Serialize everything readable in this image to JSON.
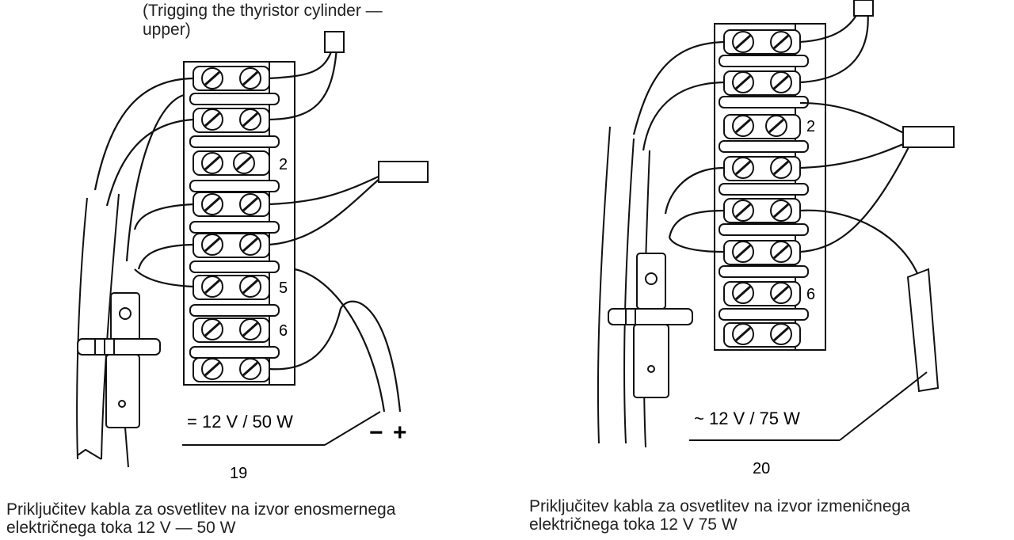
{
  "note": {
    "line1": "(Trigging the thyristor cylinder —",
    "line2": "upper)"
  },
  "figures": [
    {
      "number": "19",
      "spec": "= 12 V / 50 W",
      "terminal_numbers": [
        "2",
        "5",
        "6"
      ],
      "polarity_minus": "−",
      "polarity_plus": "+",
      "caption_line1": "Priključitev kabla za osvetlitev na izvor enosmernega",
      "caption_line2": "električnega toka 12 V — 50 W"
    },
    {
      "number": "20",
      "spec": "~ 12 V / 75 W",
      "terminal_numbers": [
        "2",
        "6"
      ],
      "caption_line1": "Priključitev kabla za osvetlitev na izvor izmeničnega",
      "caption_line2": "električnega toka 12 V 75 W"
    }
  ]
}
